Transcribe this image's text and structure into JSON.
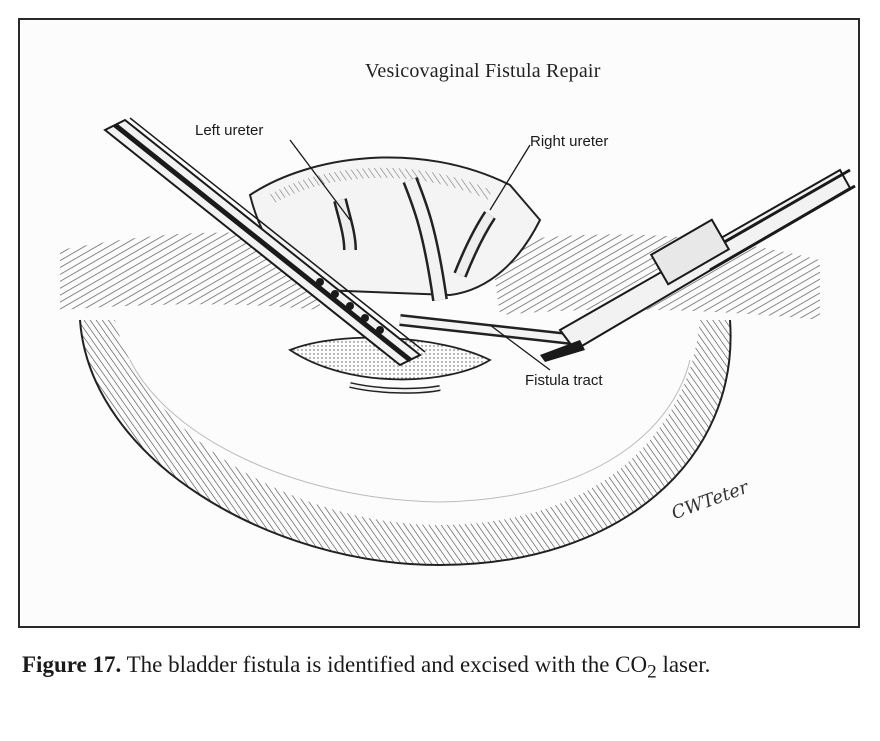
{
  "figure": {
    "title": "Vesicovaginal Fistula Repair",
    "labels": {
      "left_ureter": "Left ureter",
      "right_ureter": "Right ureter",
      "fistula_tract": "Fistula tract"
    },
    "signature": "CWTeter"
  },
  "caption": {
    "prefix": "Figure 17.",
    "text_before_sub": " The bladder fistula is identified and excised with the CO",
    "subscript": "2",
    "text_after_sub": " laser."
  }
}
